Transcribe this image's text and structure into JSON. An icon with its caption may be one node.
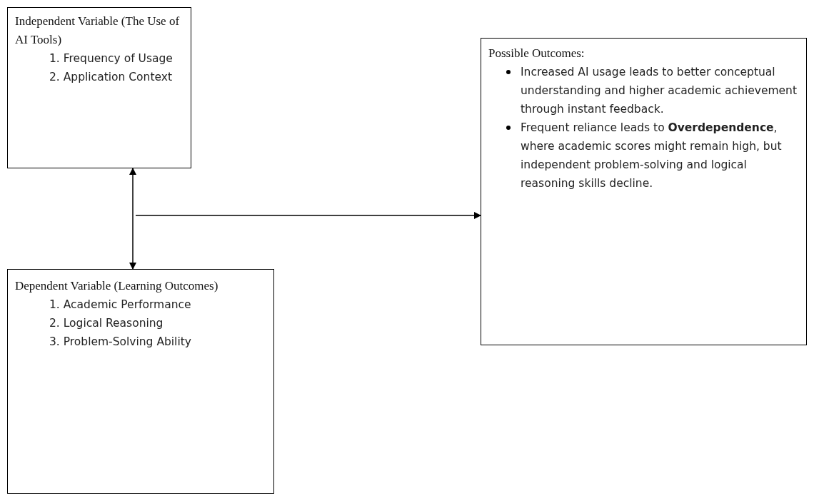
{
  "diagram": {
    "nodes": [
      {
        "text": [
          "Independent Variable (The Use of AI Tools)",
          "1. Frequency of Usage",
          "2. Application Context"
        ]
      },
      {
        "text": [
          "Dependent Variable (Learning Outcomes)",
          "1. Academic Performance",
          "2. Logical Reasoning",
          "3. Problem-Solving Ability"
        ]
      },
      {
        "text": [
          "Possible Outcomes:",
          "Increased AI usage leads to better conceptual understanding and higher academic achievement through instant feedback.",
          "Frequent reliance leads to **Overdependence**, where academic scores might remain high, but independent problem-solving and logical reasoning skills decline."
        ]
      }
    ],
    "edges": [
      {
        "from": 0,
        "to": 1,
        "arrow": "both"
      },
      {
        "from": null,
        "to": 2,
        "arrow": "to"
      }
    ]
  }
}
